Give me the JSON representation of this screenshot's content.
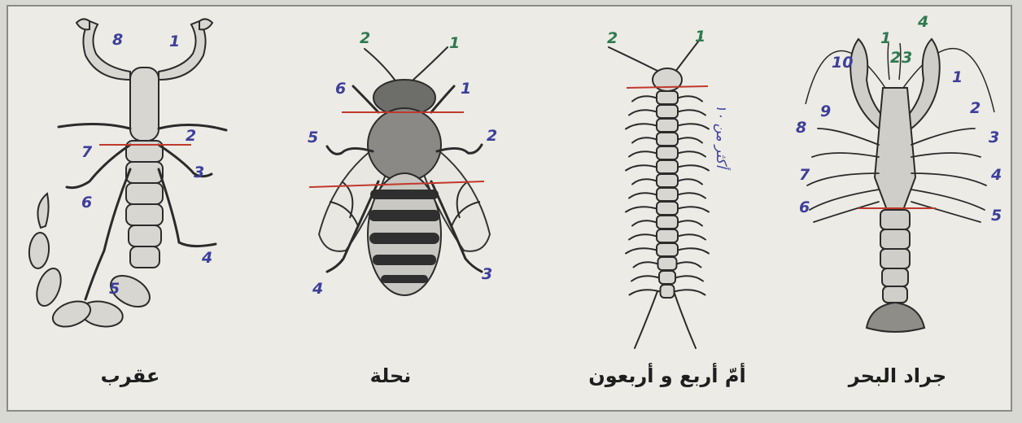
{
  "colors": {
    "background": "#ecebe6",
    "ink": "#2b2b2b",
    "blue_label": "#3d3f9b",
    "green_label": "#2e7a4f",
    "red_line": "#c0392b"
  },
  "panels": {
    "scorpion": {
      "caption": "عقرب",
      "labels": [
        "8",
        "1",
        "2",
        "7",
        "3",
        "6",
        "4",
        "5"
      ]
    },
    "bee": {
      "caption": "نحلة",
      "antenna_labels": [
        "2",
        "1"
      ],
      "labels": [
        "6",
        "1",
        "5",
        "2",
        "4",
        "3"
      ]
    },
    "centipede": {
      "caption": "أمّ أربع و أربعون",
      "antenna_labels": [
        "2",
        "1"
      ],
      "note": "أكثر من ١٠"
    },
    "lobster": {
      "caption": "جراد البحر",
      "antenna_labels": [
        "1",
        "4",
        "2",
        "3"
      ],
      "labels": [
        "10",
        "1",
        "9",
        "2",
        "8",
        "3",
        "7",
        "4",
        "6",
        "5"
      ]
    }
  }
}
